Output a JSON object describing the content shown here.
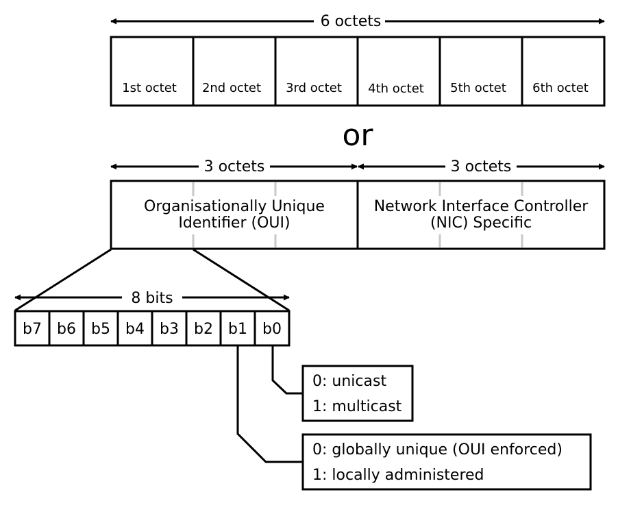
{
  "top": {
    "span_label": "6 octets",
    "octets": [
      "1st octet",
      "2nd octet",
      "3rd octet",
      "4th octet",
      "5th octet",
      "6th octet"
    ]
  },
  "or_label": "or",
  "middle": {
    "left_span_label": "3 octets",
    "right_span_label": "3 octets",
    "oui_line1": "Organisationally Unique",
    "oui_line2": "Identifier (OUI)",
    "nic_line1": "Network Interface Controller",
    "nic_line2": "(NIC) Specific"
  },
  "bits": {
    "span_label": "8 bits",
    "cells": [
      "b7",
      "b6",
      "b5",
      "b4",
      "b3",
      "b2",
      "b1",
      "b0"
    ]
  },
  "b0_box": {
    "line1": "0: unicast",
    "line2": "1: multicast"
  },
  "b1_box": {
    "line1": "0: globally unique (OUI enforced)",
    "line2": "1: locally administered"
  }
}
